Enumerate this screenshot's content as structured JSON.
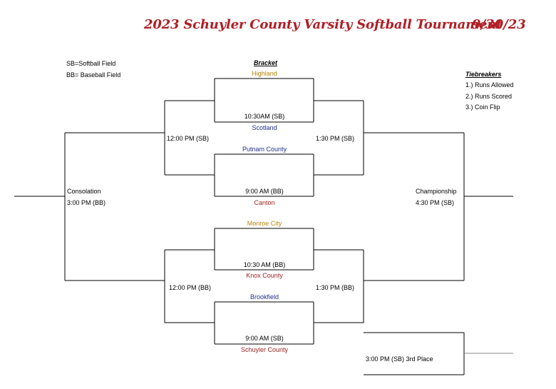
{
  "header": {
    "title": "2023 Schuyler County Varsity Softball Tournament",
    "date": "9/30/23"
  },
  "legend": {
    "sb": "SB=Softball Field",
    "bb": "BB= Baseball Field"
  },
  "bracket_label": "Bracket",
  "tiebreakers": {
    "heading": "Tiebreakers",
    "items": [
      "1.) Runs Allowed",
      "2.) Runs Scored",
      "3.) Coin Flip"
    ]
  },
  "teams": {
    "highland": "Highland",
    "scotland": "Scotland",
    "putnam": "Putnam County",
    "canton": "Canton",
    "monroe": "Monroe City",
    "knox": "Knox County",
    "brookfield": "Brookfield",
    "schuyler": "Schuyler County"
  },
  "games": {
    "g1": "10:30AM (SB)",
    "g2": "9:00 AM (BB)",
    "g3": "10:30 AM (BB)",
    "g4": "9:00 AM (SB)",
    "top_left_semi": "12:00 PM (SB)",
    "top_right_semi": "1:30 PM (SB)",
    "bot_left_semi": "12:00 PM (BB)",
    "bot_right_semi": "1:30 PM (BB)",
    "consolation_label": "Consolation",
    "consolation_time": "3:00 PM (BB)",
    "championship_label": "Championship",
    "championship_time": "4:30 PM (SB)",
    "third_place": "3:00 PM (SB) 3rd Place"
  },
  "colors": {
    "title": "#b01e24",
    "gold_team": "#b8860b",
    "navy_team": "#1f2e8c",
    "red_team": "#9b1c1c"
  }
}
